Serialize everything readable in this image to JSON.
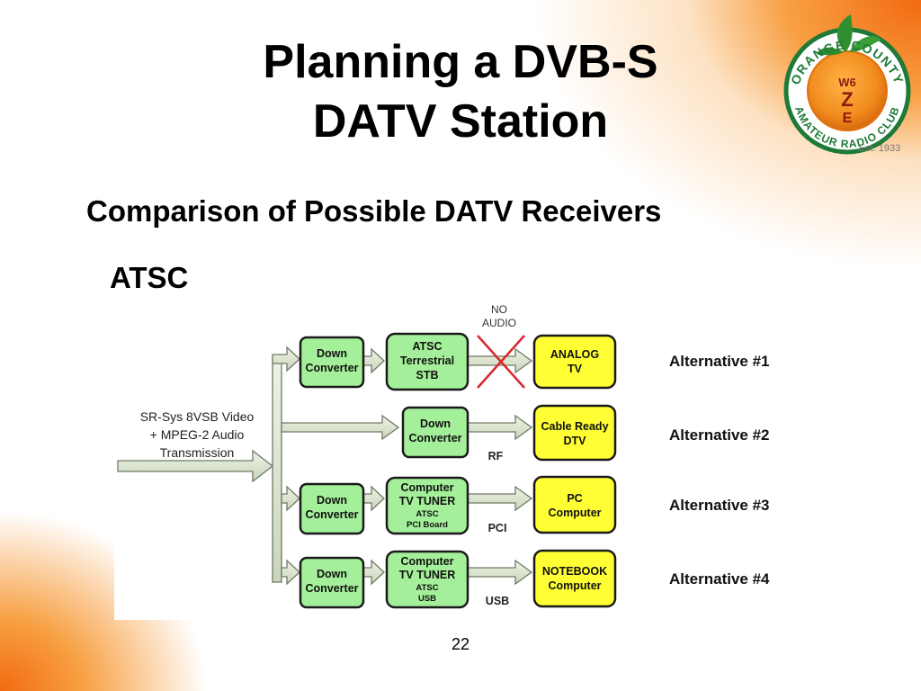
{
  "slide": {
    "title_line1": "Planning a DVB-S",
    "title_line2": "DATV Station",
    "subtitle": "Comparison of Possible DATV Receivers",
    "section": "ATSC",
    "page_number": "22"
  },
  "logo": {
    "top_text": "ORANGE COUNTY",
    "bottom_text": "AMATEUR RADIO CLUB",
    "callsign_line1": "W6",
    "callsign_line2": "Z",
    "callsign_line3": "E",
    "est": "Est. 1933"
  },
  "diagram": {
    "source_label": [
      "SR-Sys 8VSB Video",
      "+ MPEG-2 Audio",
      "Transmission"
    ],
    "no_audio": [
      "NO",
      "AUDIO"
    ],
    "alternatives": [
      {
        "name": "Alternative #1",
        "down_converter": [
          "Down",
          "Converter"
        ],
        "receiver": [
          "ATSC",
          "Terrestrial",
          "STB"
        ],
        "receiver_small": [],
        "link": "",
        "display": [
          "ANALOG",
          "TV"
        ]
      },
      {
        "name": "Alternative #2",
        "down_converter": [],
        "receiver": [
          "Down",
          "Converter"
        ],
        "receiver_small": [],
        "link": "RF",
        "display": [
          "Cable Ready",
          "DTV"
        ]
      },
      {
        "name": "Alternative #3",
        "down_converter": [
          "Down",
          "Converter"
        ],
        "receiver": [
          "Computer",
          "TV TUNER"
        ],
        "receiver_small": [
          "ATSC",
          "PCI Board"
        ],
        "link": "PCI",
        "display": [
          "PC",
          "Computer"
        ]
      },
      {
        "name": "Alternative #4",
        "down_converter": [
          "Down",
          "Converter"
        ],
        "receiver": [
          "Computer",
          "TV TUNER"
        ],
        "receiver_small": [
          "ATSC",
          "USB"
        ],
        "link": "USB",
        "display": [
          "NOTEBOOK",
          "Computer"
        ]
      }
    ],
    "colors": {
      "green_box": "#a4ef9a",
      "yellow_box": "#ffff33",
      "arrow_fill": "#dfe8d2",
      "cross": "#d9262b"
    }
  }
}
